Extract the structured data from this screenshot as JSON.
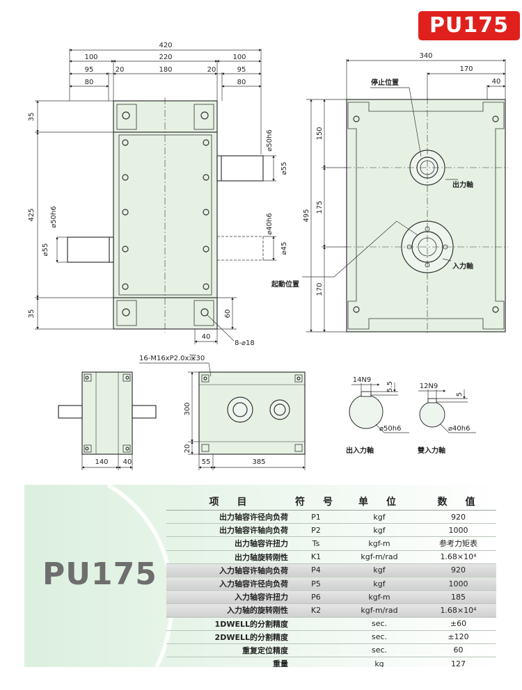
{
  "badge": {
    "label": "PU175"
  },
  "colors": {
    "body_fill": "#e6f1e4",
    "badge": "#e0201c",
    "shade_rows": "#d6d6d6"
  },
  "front_view": {
    "top_dims": [
      "420",
      "100",
      "220",
      "100",
      "95",
      "20",
      "180",
      "20",
      "95",
      "80",
      "80"
    ],
    "left_dims": [
      "35",
      "425",
      "35"
    ],
    "shaft_dims": [
      "⌀50h6",
      "⌀55",
      "⌀40h6",
      "⌀45",
      "⌀50h6",
      "⌀55"
    ],
    "bottom_dims": [
      "60",
      "40"
    ],
    "hole_note": "8-⌀18"
  },
  "side_view": {
    "top_dims": [
      "340",
      "170",
      "40"
    ],
    "left_dims": [
      "150",
      "495",
      "175",
      "170"
    ],
    "labels": {
      "stop": "停止位置",
      "start": "起動位置",
      "output": "出力軸",
      "input": "入力軸"
    }
  },
  "bottom_views": {
    "tap_note": "16-M16xP2.0x深30",
    "dims": [
      "140",
      "40",
      "300",
      "20",
      "55",
      "385"
    ]
  },
  "keyways": {
    "output": {
      "width": "14N9",
      "depth": "5.5",
      "dia": "⌀50h6",
      "label": "出入力軸"
    },
    "input": {
      "width": "12N9",
      "depth": "5",
      "dia": "⌀40h6",
      "label": "雙入力軸"
    }
  },
  "spec": {
    "model": "PU175",
    "headers": [
      "项　目",
      "符　号",
      "单　位",
      "数　值"
    ],
    "rows": [
      {
        "name": "出力轴容许径向负荷",
        "symbol": "P1",
        "unit": "kgf",
        "value": "920",
        "shaded": false
      },
      {
        "name": "出力轴容许轴向负荷",
        "symbol": "P2",
        "unit": "kgf",
        "value": "1000",
        "shaded": false
      },
      {
        "name": "出力轴容许扭力",
        "symbol": "Ts",
        "unit": "kgf-m",
        "value": "参考力矩表",
        "shaded": false
      },
      {
        "name": "出力轴旋转刚性",
        "symbol": "K1",
        "unit": "kgf-m/rad",
        "value": "1.68×10⁴",
        "shaded": false
      },
      {
        "name": "入力轴容许轴向负荷",
        "symbol": "P4",
        "unit": "kgf",
        "value": "920",
        "shaded": true
      },
      {
        "name": "入力轴容许径向负荷",
        "symbol": "P5",
        "unit": "kgf",
        "value": "1000",
        "shaded": true
      },
      {
        "name": "入力轴容许扭力",
        "symbol": "P6",
        "unit": "kgf-m",
        "value": "185",
        "shaded": true
      },
      {
        "name": "入力轴的旋转刚性",
        "symbol": "K2",
        "unit": "kgf-m/rad",
        "value": "1.68×10⁴",
        "shaded": true
      },
      {
        "name": "1DWELL的分割精度",
        "symbol": "",
        "unit": "sec.",
        "value": "±60",
        "shaded": false
      },
      {
        "name": "2DWELL的分割精度",
        "symbol": "",
        "unit": "sec.",
        "value": "±120",
        "shaded": false
      },
      {
        "name": "重复定位精度",
        "symbol": "",
        "unit": "sec.",
        "value": "60",
        "shaded": false
      },
      {
        "name": "重量",
        "symbol": "",
        "unit": "kg",
        "value": "127",
        "shaded": false
      }
    ]
  }
}
